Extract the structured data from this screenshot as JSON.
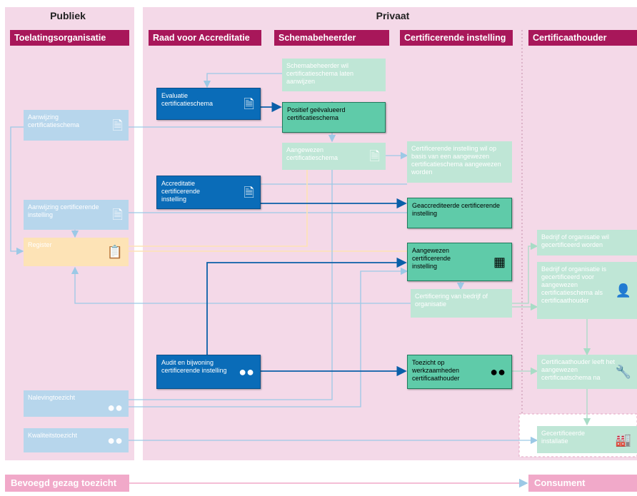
{
  "headers": {
    "publiek": "Publiek",
    "privaat": "Privaat"
  },
  "columns": {
    "toelating": "Toelatingsorganisatie",
    "rva": "Raad voor Accreditatie",
    "schema": "Schemabeheerder",
    "ci": "Certificerende instelling",
    "ch": "Certificaathouder"
  },
  "boxes": {
    "aanwijzing_schema": "Aanwijzing certificatieschema",
    "aanwijzing_ci": "Aanwijzing certificerende instelling",
    "register": "Register",
    "naleving": "Nalevingtoezicht",
    "kwaliteit": "Kwaliteitstoezicht",
    "evaluatie": "Evaluatie certificatieschema",
    "accreditatie": "Accreditatie certificerende instelling",
    "audit": "Audit en bijwoning certificerende instelling",
    "sb_wil": "Schemabeheerder wil certificatieschema laten aanwijzen",
    "positief": "Positief geëvalueerd certificatieschema",
    "aangewezen_schema": "Aangewezen certificatieschema",
    "ci_wil": "Certificerende instelling wil op basis van een aangewezen certificatieschema aangewezen worden",
    "geaccrediteerde": "Geaccrediteerde certificerende instelling",
    "aangewezen_ci": "Aangewezen certificerende instelling",
    "certificering": "Certificering van bedrijf of organisatie",
    "toezicht_wz": "Toezicht op werkzaamheden certificaathouder",
    "bedrijf_wil": "Bedrijf of organisatie wil gecertificeerd worden",
    "bedrijf_is": "Bedrijf of organisatie is gecertificeerd voor aangewezen certificatieschema als certificaathouder",
    "ch_leeft": "Certificaathouder leeft het aangewezen certificaatschema na",
    "installatie": "Gecertificeerde installatie"
  },
  "bottom": {
    "left": "Bevoegd gezag toezicht",
    "right": "Consument"
  },
  "icons": {
    "document": "document-icon",
    "clipboard": "clipboard-icon",
    "binoculars": "binoculars-icon",
    "building": "building-check-icon",
    "person": "person-check-icon",
    "tools": "tools-icon",
    "factory": "factory-icon"
  },
  "colors": {
    "magenta": "#a8175a",
    "pink_bg": "#f4d9e8",
    "dark_blue": "#0a6cb8",
    "light_blue": "#b7d6ec",
    "teal": "#5fcba9",
    "light_teal": "#bfe6d6",
    "light_yellow": "#fde3b6"
  }
}
